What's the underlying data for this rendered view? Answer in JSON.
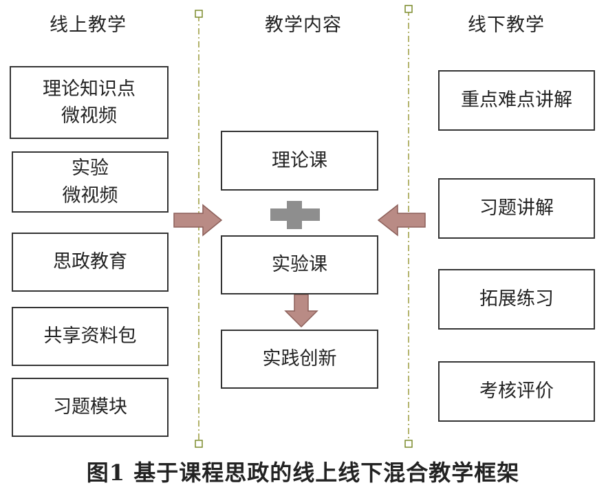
{
  "columns": {
    "online_title": "线上教学",
    "content_title": "教学内容",
    "offline_title": "线下教学"
  },
  "online": [
    {
      "line1": "理论知识点",
      "line2": "微视频"
    },
    {
      "line1": "实验",
      "line2": "微视频"
    },
    {
      "line1": "思政教育",
      "line2": ""
    },
    {
      "line1": "共享资料包",
      "line2": ""
    },
    {
      "line1": "习题模块",
      "line2": ""
    }
  ],
  "content": [
    "理论课",
    "实验课",
    "实践创新"
  ],
  "offline": [
    "重点难点讲解",
    "习题讲解",
    "拓展练习",
    "考核评价"
  ],
  "caption": "图1   基于课程思政的线上线下混合教学框架",
  "colors": {
    "arrow_fill": "#b98b85",
    "arrow_stroke": "#8c5f59",
    "plus": "#8e8e8e",
    "divider": "#9a9a3a"
  }
}
